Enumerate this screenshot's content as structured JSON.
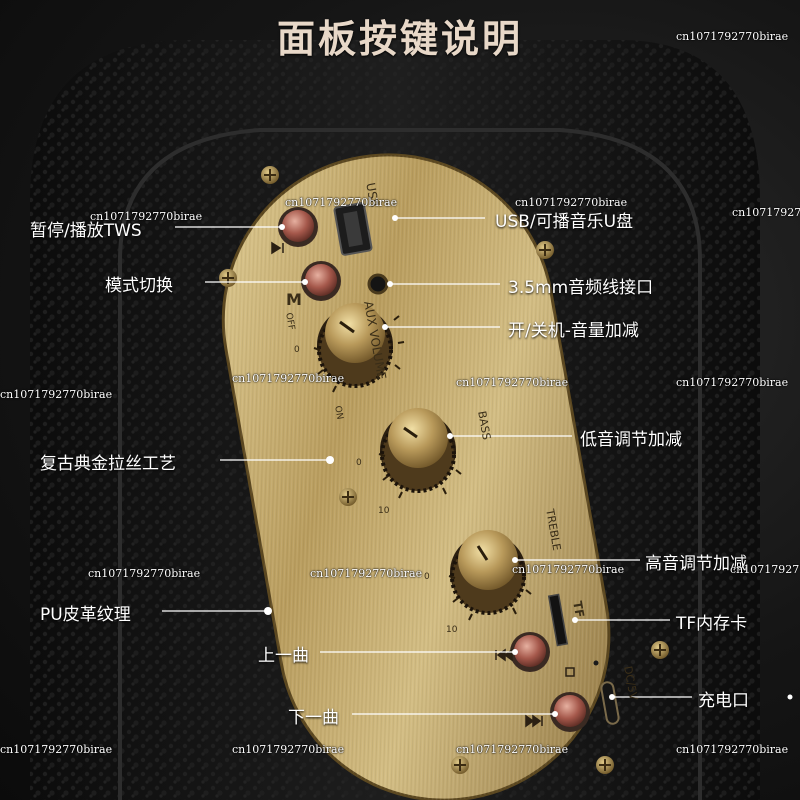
{
  "title": "面板按键说明",
  "labels": {
    "pause_play": "暂停/播放TWS",
    "mode_switch": "模式切换",
    "retro_gold": "复古典金拉丝工艺",
    "pu_leather": "PU皮革纹理",
    "prev_track": "上一曲",
    "next_track": "下一曲",
    "usb": "USB/可播音乐U盘",
    "aux": "3.5mm音频线接口",
    "power_volume": "开/关机-音量加减",
    "bass": "低音调节加减",
    "treble": "高音调节加减",
    "tf_card": "TF内存卡",
    "charging": "充电口"
  },
  "panel_text": {
    "usb": "USB",
    "aux_volume": "AUX VOLUME",
    "m": "M",
    "off": "OFF",
    "on": "ON",
    "zero": "0",
    "ten": "10",
    "bass": "BASS",
    "treble": "TREBLE",
    "tf": "TF",
    "dc5v": "DC/5V"
  },
  "watermark": "cn1071792770birae",
  "colors": {
    "gold": "#b59a5c",
    "gold_light": "#d8c38a",
    "button_copper": "#a5584b",
    "leather": "#1a1a1a"
  }
}
